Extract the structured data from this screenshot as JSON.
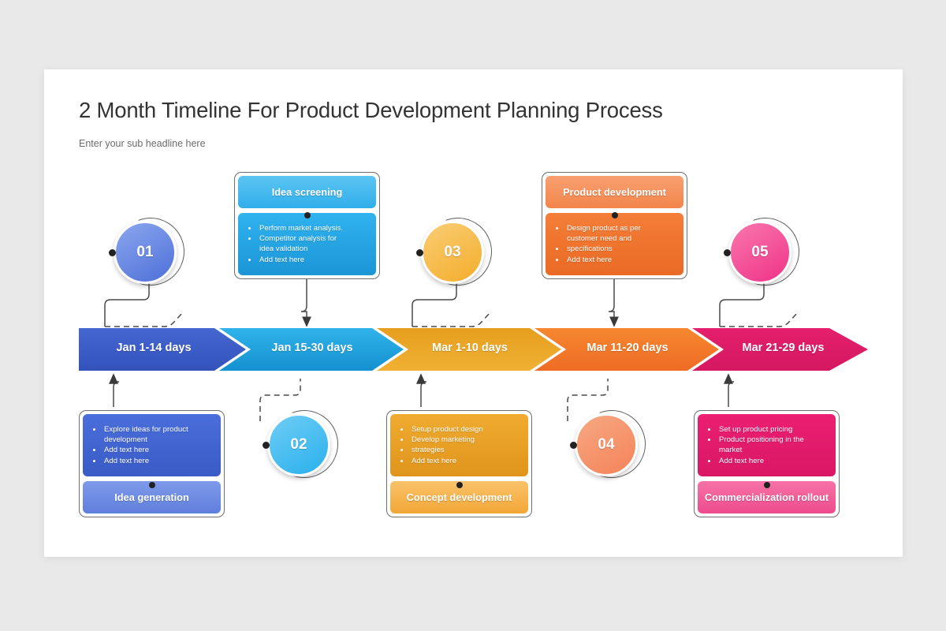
{
  "header": {
    "title": "2 Month Timeline For Product Development Planning Process",
    "subtitle": "Enter your sub headline here"
  },
  "colors": {
    "page_background": "#e9e9ea",
    "slide_background": "#ffffff",
    "connector": "#4a4a4a",
    "step1": "#3a5fc8",
    "step2": "#1fa3e0",
    "step3": "#e8a422",
    "step4": "#f2762c",
    "step5": "#e01f6e"
  },
  "timeline": {
    "steps": [
      {
        "label": "Jan 1-14 days",
        "color_from": "#3f63cc",
        "color_to": "#3858bd"
      },
      {
        "label": "Jan 15-30 days",
        "color_from": "#2bafe8",
        "color_to": "#1694d2"
      },
      {
        "label": "Mar 1-10 days",
        "color_from": "#e5a122",
        "color_to": "#edad2e"
      },
      {
        "label": "Mar 11-20 days",
        "color_from": "#f4812f",
        "color_to": "#ef6f28"
      },
      {
        "label": "Mar 21-29 days",
        "color_from": "#e31e6b",
        "color_to": "#d81a63"
      }
    ]
  },
  "markers": [
    {
      "number": "01",
      "color_from": "#8ba6ef",
      "color_to": "#4d70d8"
    },
    {
      "number": "02",
      "color_from": "#6fcdf5",
      "color_to": "#29b0ec"
    },
    {
      "number": "03",
      "color_from": "#f9cd74",
      "color_to": "#f4ad2c"
    },
    {
      "number": "04",
      "color_from": "#f7a882",
      "color_to": "#f4835a"
    },
    {
      "number": "05",
      "color_from": "#f977ad",
      "color_to": "#ef3388"
    }
  ],
  "cards": [
    {
      "id": "idea-generation",
      "position": "bottom",
      "title": "Idea generation",
      "header_from": "#7e9aea",
      "header_to": "#5f7fdd",
      "body_from": "#4a6edb",
      "body_to": "#3a5bc6",
      "bullets": [
        {
          "text": "Explore ideas for product",
          "bullet": true
        },
        {
          "text": "development",
          "bullet": false
        },
        {
          "text": "Add text here",
          "bullet": true
        },
        {
          "text": "Add text here",
          "bullet": true
        }
      ]
    },
    {
      "id": "idea-screening",
      "position": "top",
      "title": "Idea screening",
      "header_from": "#5bc5f3",
      "header_to": "#31aeea",
      "body_from": "#30b3ef",
      "body_to": "#1b95d6",
      "bullets": [
        {
          "text": "Perform market analysis.",
          "bullet": true
        },
        {
          "text": "Competitor analysis for",
          "bullet": true
        },
        {
          "text": "idea validation",
          "bullet": false
        },
        {
          "text": "Add text here",
          "bullet": true
        }
      ]
    },
    {
      "id": "concept-development",
      "position": "bottom",
      "title": "Concept development",
      "header_from": "#fac26a",
      "header_to": "#f2a736",
      "body_from": "#f0ab30",
      "body_to": "#e0941c",
      "bullets": [
        {
          "text": "Setup product design",
          "bullet": true
        },
        {
          "text": "Develop marketing",
          "bullet": true
        },
        {
          "text": "strategies",
          "bullet": true
        },
        {
          "text": "Add text here",
          "bullet": true
        }
      ]
    },
    {
      "id": "product-development",
      "position": "top",
      "title": "Product development",
      "header_from": "#f8a071",
      "header_to": "#f2854b",
      "body_from": "#f47e38",
      "body_to": "#ea6a24",
      "bullets": [
        {
          "text": "Design product as per",
          "bullet": true
        },
        {
          "text": "customer need and",
          "bullet": false
        },
        {
          "text": "specifications",
          "bullet": true
        },
        {
          "text": "Add text here",
          "bullet": true
        }
      ]
    },
    {
      "id": "commercialization-rollout",
      "position": "bottom",
      "title": "Commercialization rollout",
      "header_from": "#f673a6",
      "header_to": "#ee4b8d",
      "body_from": "#ec1f72",
      "body_to": "#d91765",
      "bullets": [
        {
          "text": "Set up product pricing",
          "bullet": true
        },
        {
          "text": "Product positioning in the",
          "bullet": true
        },
        {
          "text": "market",
          "bullet": false
        },
        {
          "text": "Add text here",
          "bullet": true
        }
      ]
    }
  ]
}
